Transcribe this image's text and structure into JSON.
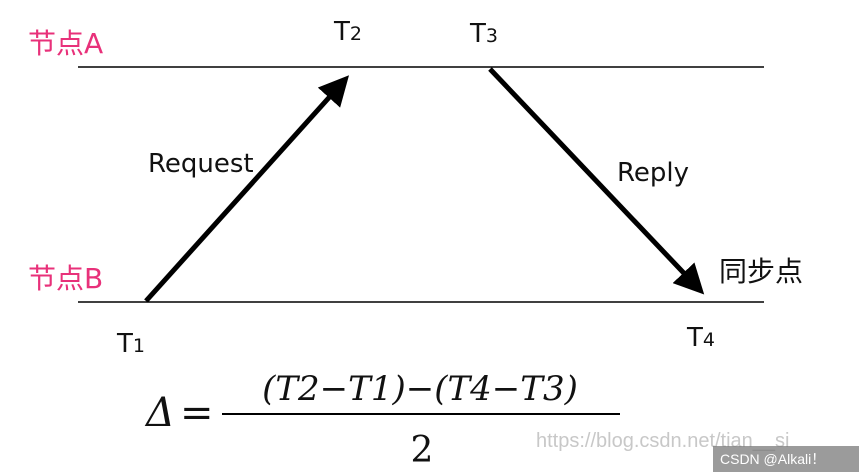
{
  "nodes": {
    "a": {
      "label": "节点A"
    },
    "b": {
      "label": "节点B"
    }
  },
  "timestamps": {
    "t1": {
      "letter": "T",
      "index": "1"
    },
    "t2": {
      "letter": "T",
      "index": "2"
    },
    "t3": {
      "letter": "T",
      "index": "3"
    },
    "t4": {
      "letter": "T",
      "index": "4"
    }
  },
  "messages": {
    "request": {
      "label": "Request"
    },
    "reply": {
      "label": "Reply"
    }
  },
  "sync_point": {
    "label": "同步点"
  },
  "formula": {
    "lhs": "Δ",
    "equals": "=",
    "numerator": "(T2−T1)−(T4−T3)",
    "denominator": "2"
  },
  "watermark": {
    "url": "https://blog.csdn.net/tian__si",
    "credit": "CSDN @Alkali！"
  },
  "colors": {
    "node_label": "#e8317a",
    "line": "#000000",
    "watermark": "#c8c8c8"
  }
}
